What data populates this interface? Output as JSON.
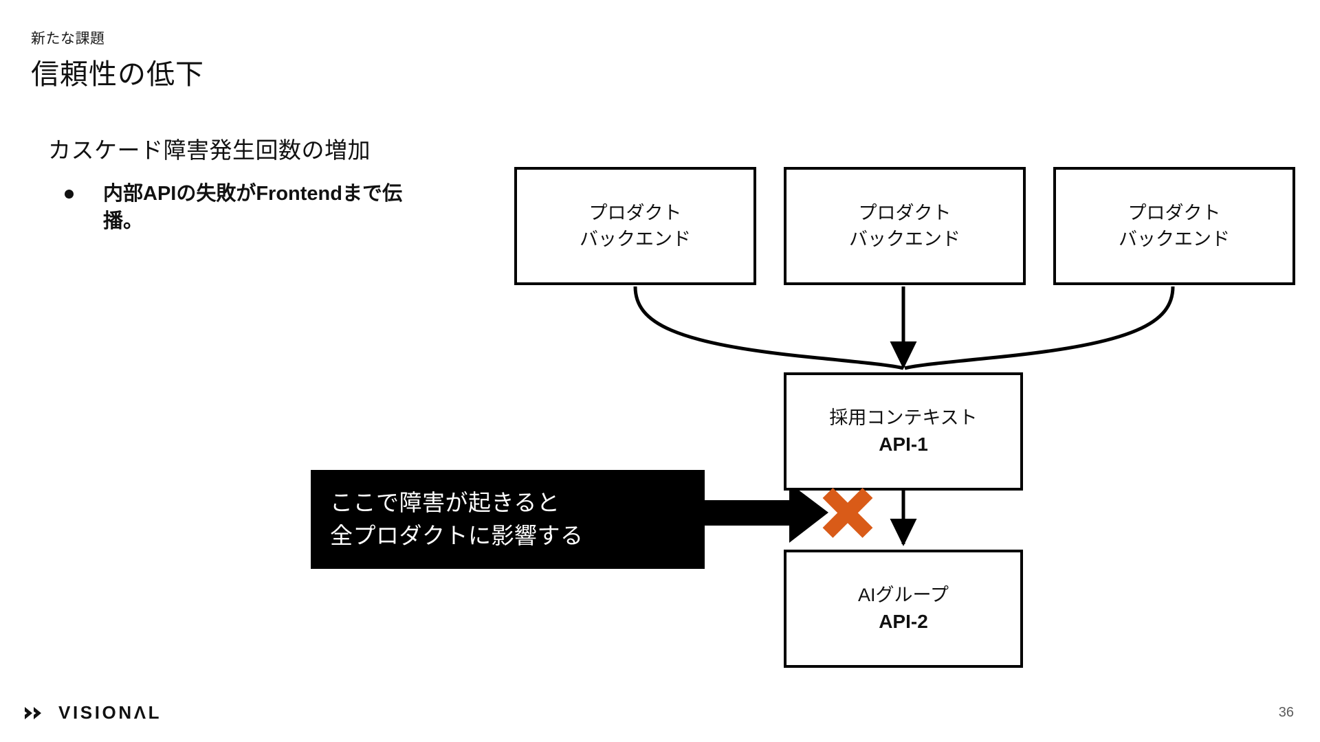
{
  "header": {
    "eyebrow": "新たな課題",
    "title": "信頼性の低下"
  },
  "body": {
    "lead": "カスケード障害発生回数の増加",
    "bullets": [
      "内部APIの失敗がFrontendまで伝播。"
    ]
  },
  "diagram": {
    "backend_nodes": [
      {
        "line1": "プロダクト",
        "line2": "バックエンド"
      },
      {
        "line1": "プロダクト",
        "line2": "バックエンド"
      },
      {
        "line1": "プロダクト",
        "line2": "バックエンド"
      }
    ],
    "api1": {
      "line1": "採用コンテキスト",
      "line2": "API-1"
    },
    "api2": {
      "line1": "AIグループ",
      "line2": "API-2"
    },
    "failure_marker": "x-mark",
    "colors": {
      "stroke": "#000000",
      "failure": "#d95b18",
      "callout_bg": "#000000",
      "callout_text": "#ffffff"
    }
  },
  "callout": {
    "line1": "ここで障害が起きると",
    "line2": "全プロダクトに影響する"
  },
  "footer": {
    "logo_text": "VISIONΛL",
    "page_number": "36"
  }
}
